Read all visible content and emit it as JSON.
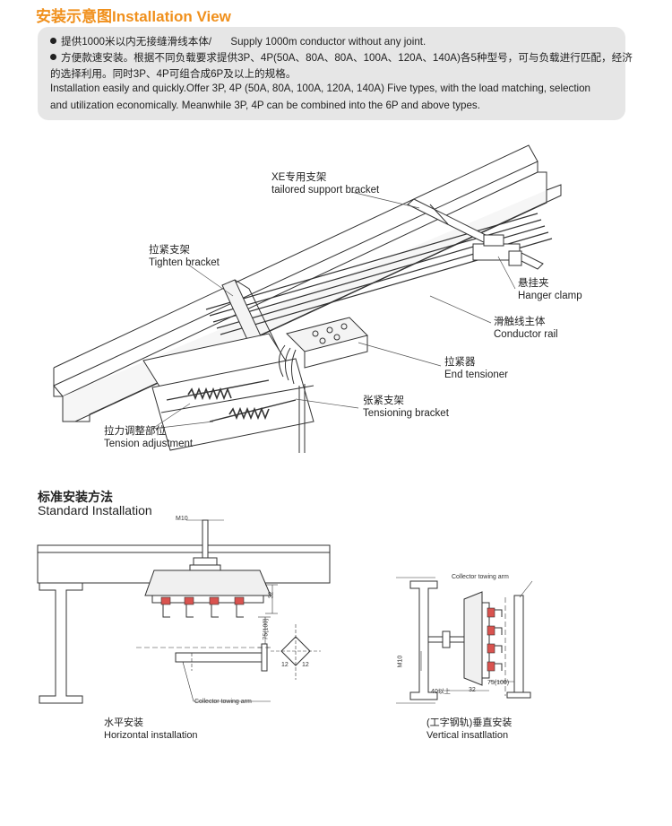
{
  "header": {
    "title": "安装示意图Installation View"
  },
  "info": {
    "line1_zh": "提供1000米以内无接缝滑线本体/",
    "line1_en": "Supply 1000m conductor without any joint.",
    "line2": "方便款速安装。根据不同负载要求提供3P、4P(50A、80A、80A、100A、120A、140A)各5种型号，可与负载进行匹配，经济",
    "line3": "的选择利用。同时3P、4P可组合成6P及以上的规格。",
    "line4": "Installation easily and quickly.Offer 3P, 4P (50A, 80A, 100A, 120A, 140A) Five types, with the load matching, selection",
    "line5": "and utilization economically. Meanwhile 3P, 4P can be combined into the 6P and above types."
  },
  "callouts": {
    "xe_bracket_zh": "XE专用支架",
    "xe_bracket_en": "tailored support bracket",
    "tighten_zh": "拉紧支架",
    "tighten_en": "Tighten bracket",
    "hanger_zh": "悬挂夹",
    "hanger_en": "Hanger clamp",
    "conductor_zh": "滑触线主体",
    "conductor_en": "Conductor rail",
    "tensioner_zh": "拉紧器",
    "tensioner_en": "End tensioner",
    "tension_bracket_zh": "张紧支架",
    "tension_bracket_en": "Tensioning bracket",
    "tension_adj_zh": "拉力调整部位",
    "tension_adj_en": "Tension adjustment"
  },
  "standard": {
    "title_zh": "标准安装方法",
    "title_en": "Standard Installation"
  },
  "horizontal": {
    "dim_m10": "M10",
    "dim_32": "32",
    "dim_75": "75(100)",
    "dim_12a": "12",
    "dim_12b": "12",
    "arm_label": "Collector towing arm",
    "caption_zh": "水平安装",
    "caption_en": "Horizontal installation"
  },
  "vertical": {
    "arm_label": "Collector towing arm",
    "dim_m10": "M10",
    "dim_40": "40以上",
    "dim_32": "32",
    "dim_75": "75(100)",
    "caption_zh": "(工字钢轨)垂直安装",
    "caption_en": "Vertical insatllation"
  },
  "colors": {
    "title": "#f0901c",
    "info_bg": "#e6e6e6",
    "contact_red": "#d9534f"
  }
}
